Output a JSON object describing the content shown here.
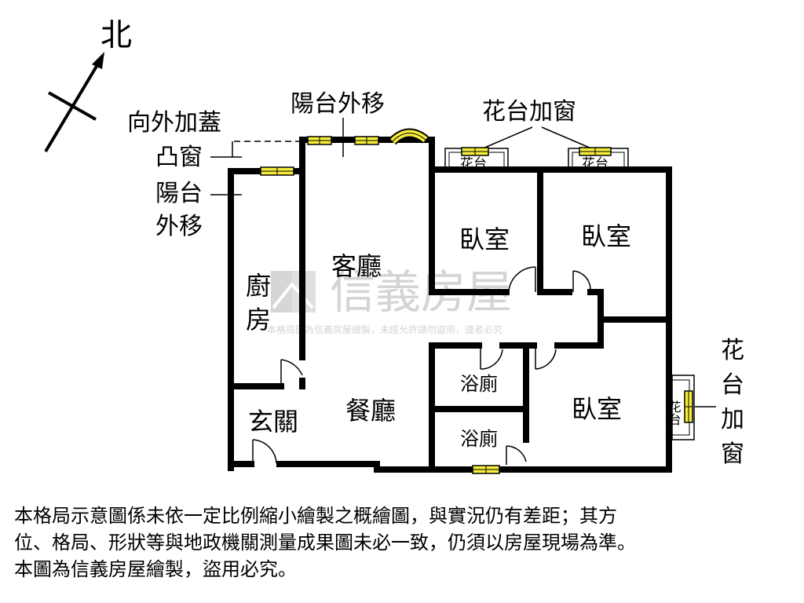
{
  "compass": {
    "north_label": "北"
  },
  "labels": {
    "add_bay_window": "向外加蓋",
    "bay_window": "凸窗",
    "balcony_shift_top": "陽台外移",
    "balcony_shift_left_1": "陽台",
    "balcony_shift_left_2": "外移",
    "planter_window_top": "花台加窗",
    "planter_window_right": [
      "花",
      "台",
      "加",
      "窗"
    ],
    "planter_small": "花台",
    "planter_small_vertical": "花台"
  },
  "rooms": {
    "living_room": "客廳",
    "kitchen_1": "廚",
    "kitchen_2": "房",
    "bedroom_a": "臥室",
    "bedroom_b": "臥室",
    "bedroom_c": "臥室",
    "dining_room": "餐廳",
    "entrance": "玄關",
    "bathroom_a": "浴廁",
    "bathroom_b": "浴廁"
  },
  "watermark": {
    "brand": "信義房屋",
    "notice": "本格局圖為信義房屋繪製，未經允許請勿盜用，違者必究"
  },
  "disclaimer": {
    "line1": "本格局示意圖係未依一定比例縮小繪製之概繪圖，與實況仍有差距；其方",
    "line2": "位、格局、形狀等與地政機關測量成果圖未必一致，仍須以房屋現場為準。",
    "line3": "本圖為信義房屋繪製，盜用必究。"
  },
  "colors": {
    "wall": "#000000",
    "window": "#f5ec3b",
    "watermark": "#d4d4d4"
  }
}
